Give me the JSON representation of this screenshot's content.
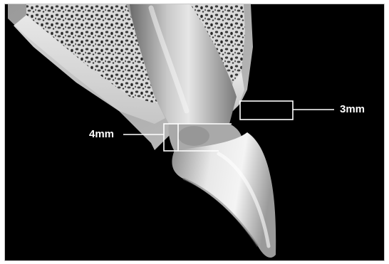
{
  "figure": {
    "background_color": "#000000",
    "subject": "tooth",
    "measurements": [
      {
        "label": "3mm"
      },
      {
        "label": "4mm"
      }
    ]
  }
}
